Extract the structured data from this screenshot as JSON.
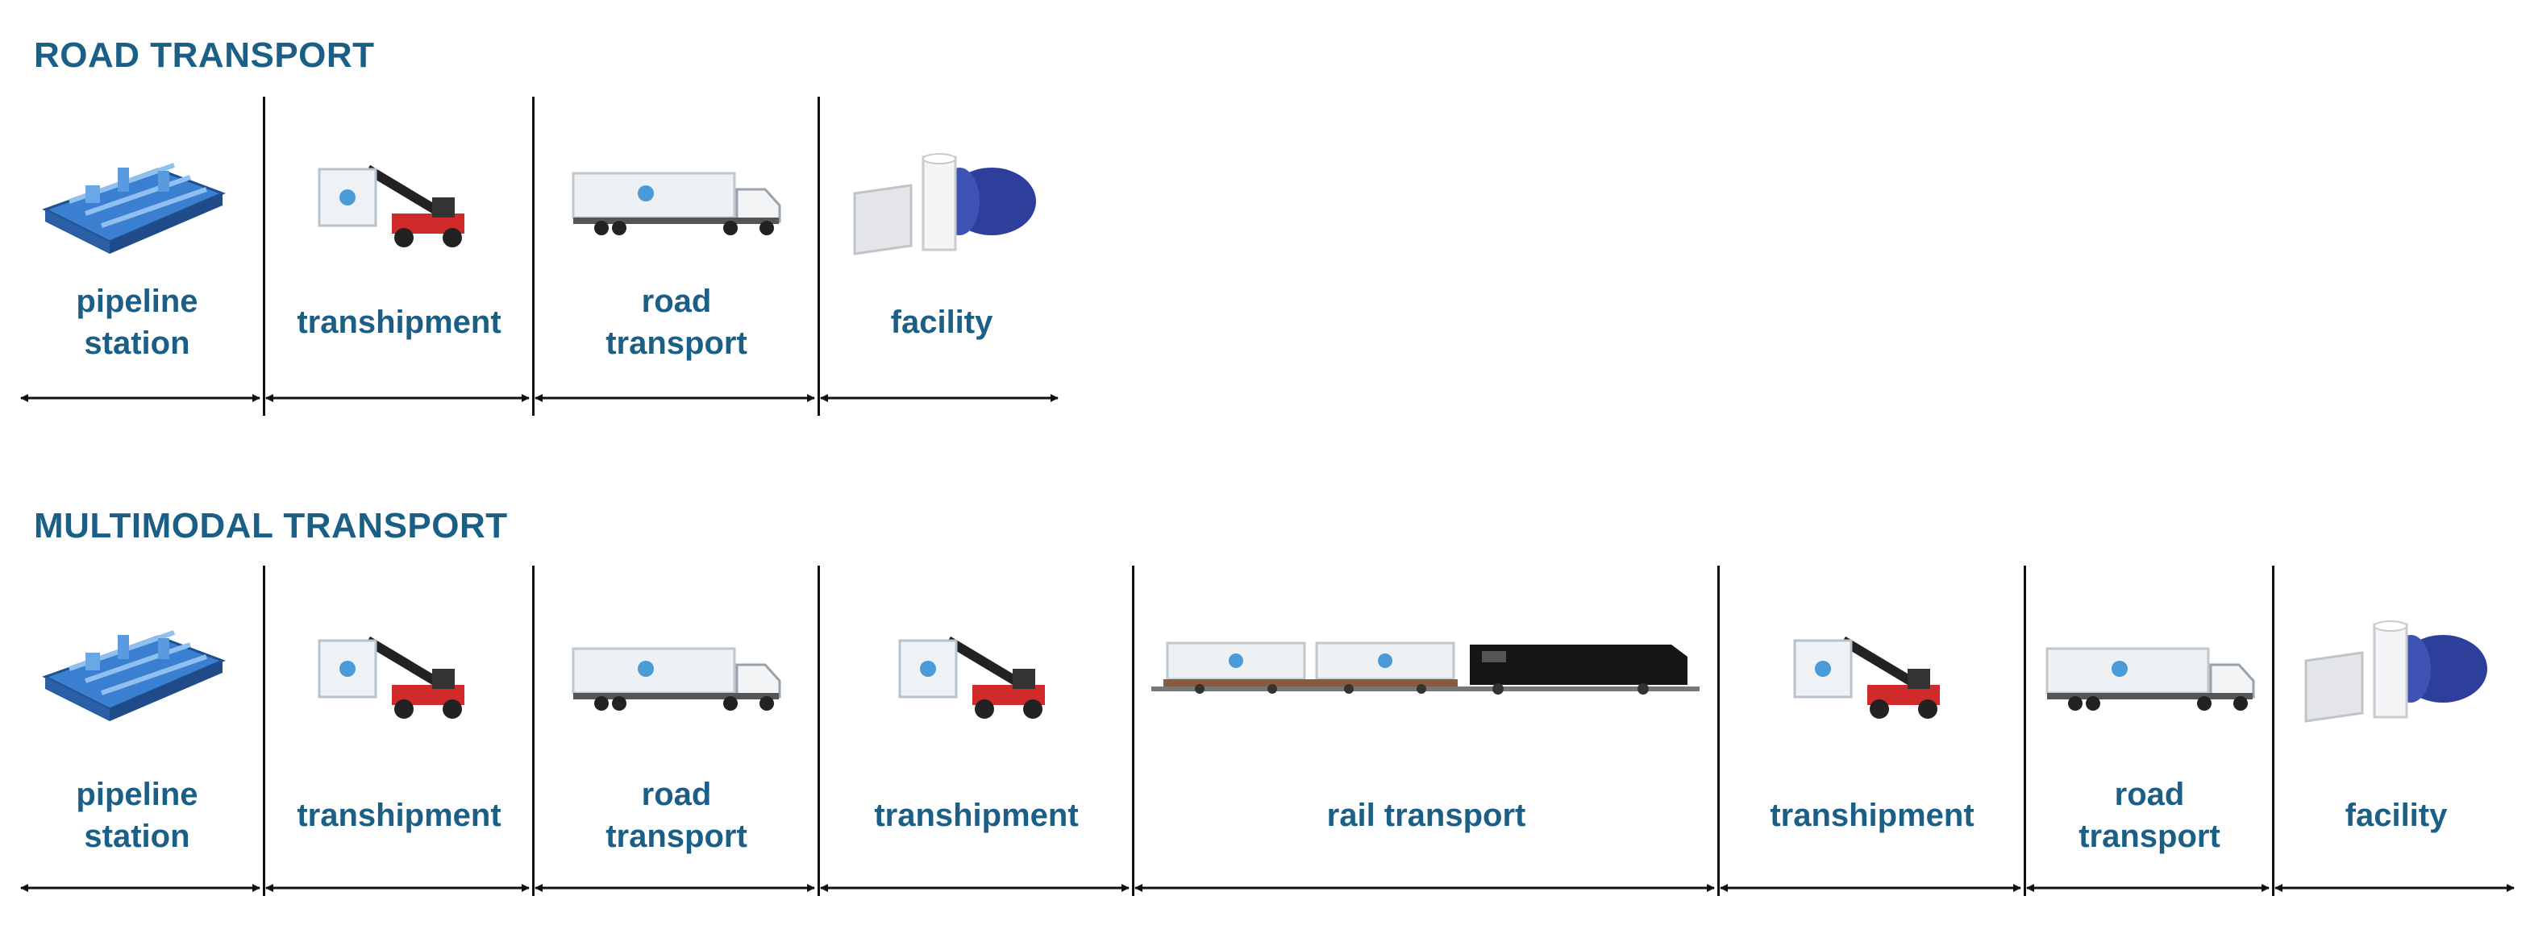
{
  "road": {
    "title": "ROAD TRANSPORT",
    "stages": [
      {
        "icon": "pipeline-station-icon",
        "label": "pipeline\nstation"
      },
      {
        "icon": "reach-stacker-icon",
        "label": "transhipment"
      },
      {
        "icon": "container-truck-icon",
        "label": "road\ntransport"
      },
      {
        "icon": "storage-facility-icon",
        "label": "facility"
      }
    ]
  },
  "multimodal": {
    "title": "MULTIMODAL TRANSPORT",
    "stages": [
      {
        "icon": "pipeline-station-icon",
        "label": "pipeline\nstation"
      },
      {
        "icon": "reach-stacker-icon",
        "label": "transhipment"
      },
      {
        "icon": "container-truck-icon",
        "label": "road\ntransport"
      },
      {
        "icon": "reach-stacker-icon",
        "label": "transhipment"
      },
      {
        "icon": "freight-train-icon",
        "label": "rail transport"
      },
      {
        "icon": "reach-stacker-icon",
        "label": "transhipment"
      },
      {
        "icon": "container-truck-icon",
        "label": "road\ntransport"
      },
      {
        "icon": "storage-facility-icon",
        "label": "facility"
      }
    ]
  },
  "colors": {
    "title": "#1b5f86",
    "label": "#1b5f86",
    "line": "#111111",
    "pipeline": "#2f6fbf",
    "stacker_red": "#d12a2a",
    "tank_blue": "#2d3f9a"
  }
}
